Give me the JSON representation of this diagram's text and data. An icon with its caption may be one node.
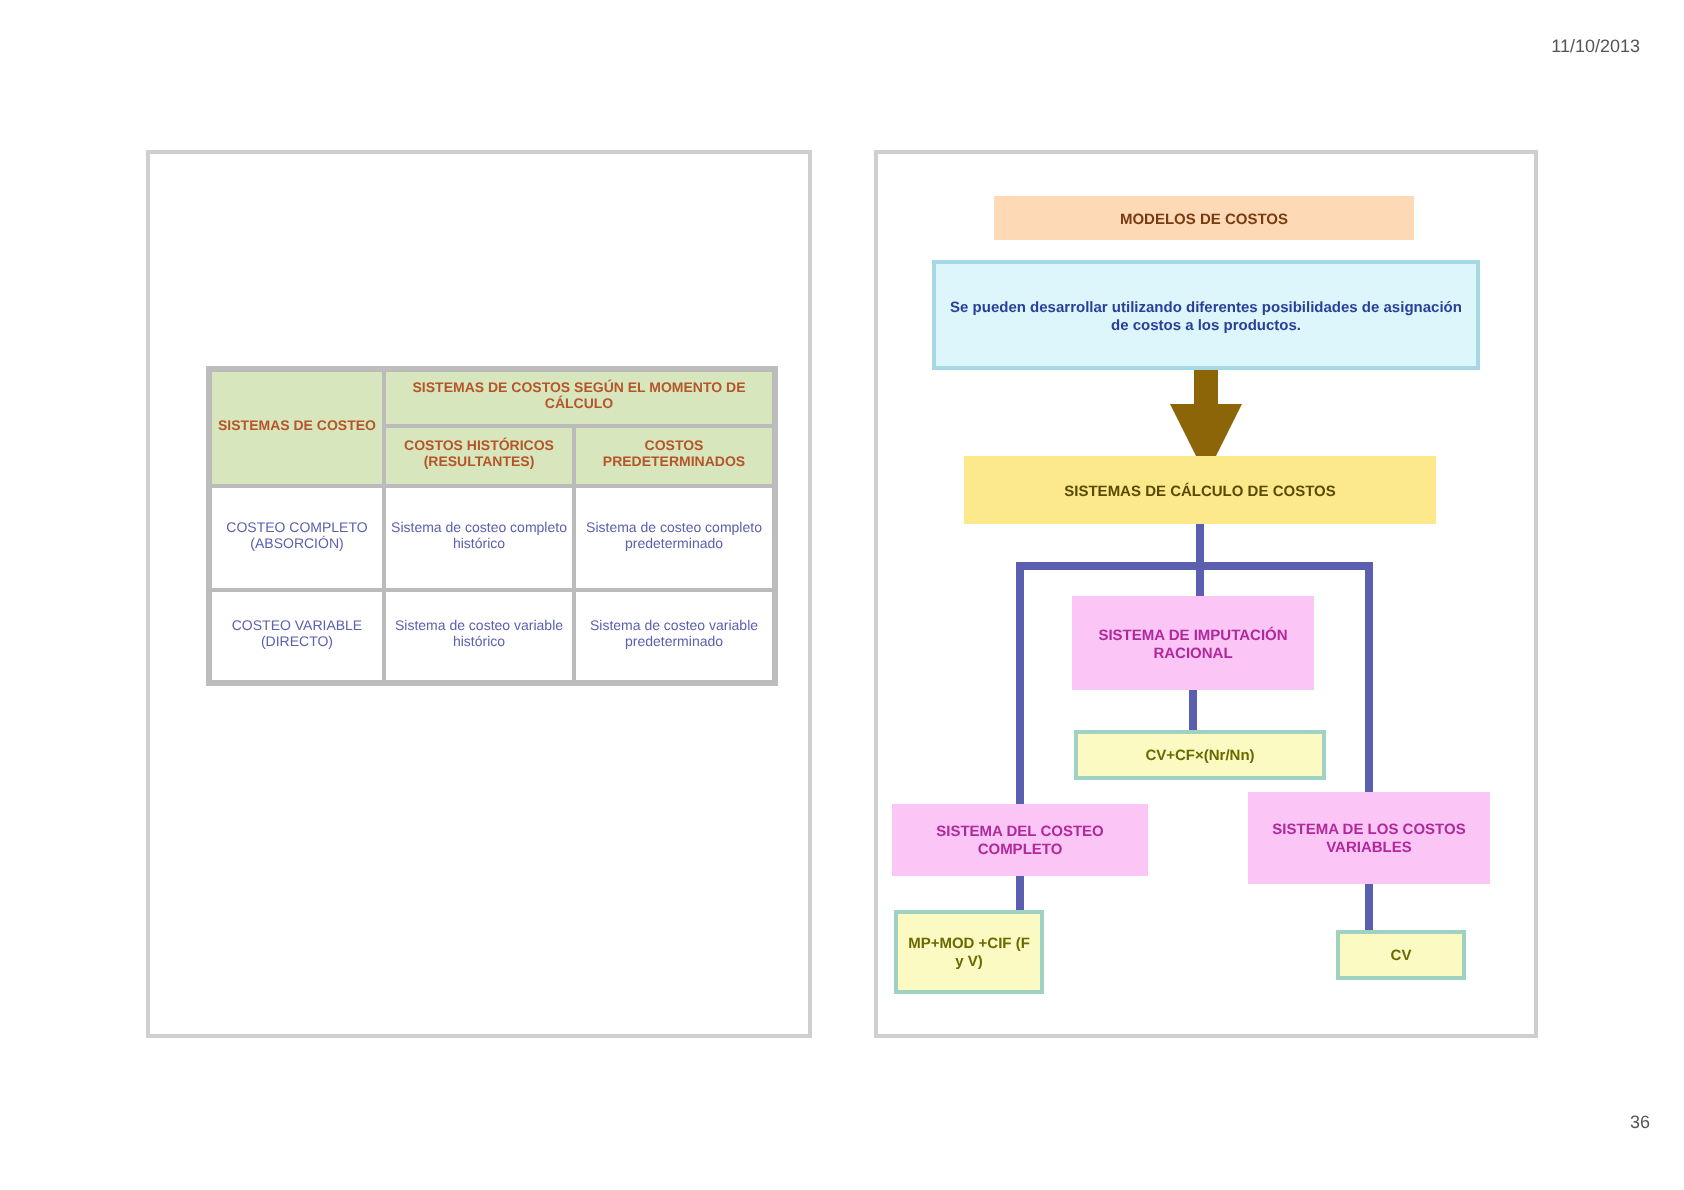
{
  "diagram": {
    "nodes": [
      {
        "text": [
          "MODELOS DE COSTOS"
        ]
      },
      {
        "text": [
          "Se pueden desarrollar utilizando diferentes posibilidades de asignación de costos a los productos."
        ]
      },
      {
        "text": [
          "SISTEMAS DE CÁLCULO DE COSTOS"
        ]
      },
      {
        "text": [
          "SISTEMA DE IMPUTACIÓN RACIONAL"
        ]
      },
      {
        "text": [
          "CV+CF×(Nr/Nn)"
        ]
      },
      {
        "text": [
          "SISTEMA DEL COSTEO COMPLETO"
        ]
      },
      {
        "text": [
          "MP+MOD +CIF (F y V)"
        ]
      },
      {
        "text": [
          "SISTEMA DE LOS COSTOS VARIABLES"
        ]
      },
      {
        "text": [
          "CV"
        ]
      }
    ],
    "edges": [
      {
        "from": 1,
        "to": 2,
        "arrow": "to",
        "style": "thick",
        "color": "#8b6508"
      },
      {
        "from": 2,
        "to": 3,
        "arrow": "none"
      },
      {
        "from": 2,
        "to": 5,
        "arrow": "none"
      },
      {
        "from": 2,
        "to": 7,
        "arrow": "none"
      },
      {
        "from": 3,
        "to": 4,
        "arrow": "none"
      },
      {
        "from": 5,
        "to": 6,
        "arrow": "none"
      },
      {
        "from": 7,
        "to": 8,
        "arrow": "none"
      }
    ],
    "labels": [
      "11/10/2013",
      "SISTEMAS DE COSTEO",
      "SISTEMAS DE COSTOS SEGÚN EL MOMENTO DE CÁLCULO",
      "COSTOS HISTÓRICOS (RESULTANTES)",
      "COSTOS PREDETERMINADOS",
      "COSTEO COMPLETO (ABSORCIÓN)",
      "Sistema de costeo completo histórico",
      "Sistema de costeo completo predeterminado",
      "COSTEO VARIABLE (DIRECTO)",
      "Sistema de costeo variable histórico",
      "Sistema de costeo variable predeterminado",
      "36"
    ]
  }
}
